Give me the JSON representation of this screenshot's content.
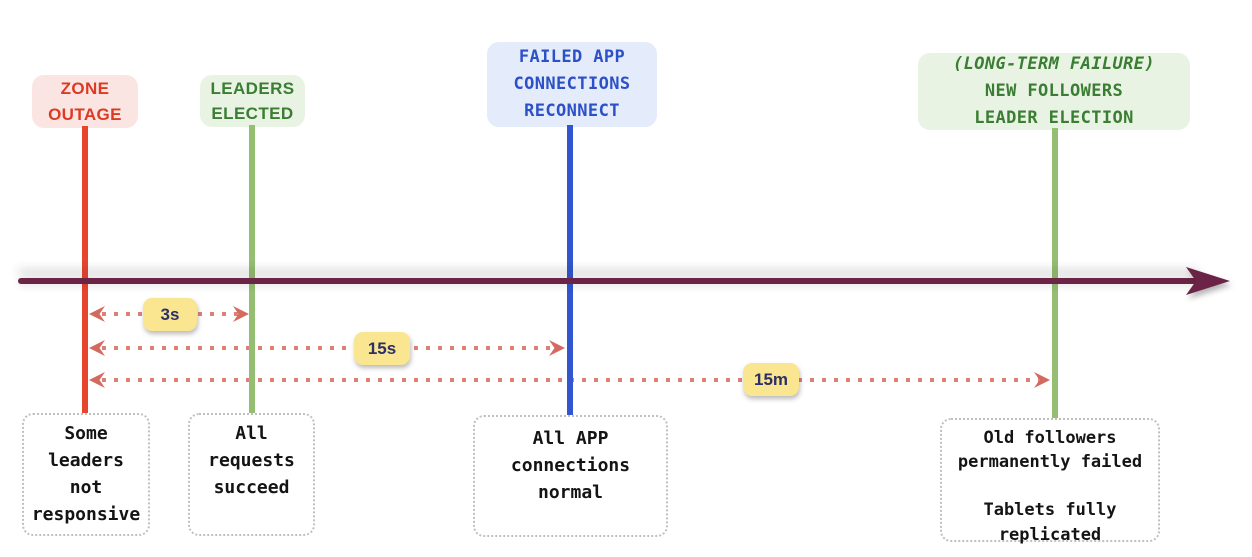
{
  "colors": {
    "timeline": "#6B2346",
    "outage_red_line": "#E8452F",
    "elected_green_line": "#94BE72",
    "reconnect_blue_line": "#3156CF",
    "duration_arrow": "#DC7F75",
    "duration_arrowhead": "#D4695F",
    "badge_bg": "#FAE590",
    "badge_text": "#2D3064",
    "red_label_text": "#DC3A23",
    "red_label_bg": "#FBE5E2",
    "green_label_text": "#3A7D33",
    "green_label_bg": "#E9F3E4",
    "blue_label_text": "#2C50C6",
    "blue_label_bg": "#E4EBFA"
  },
  "top_labels": [
    {
      "text": "ZONE\nOUTAGE"
    },
    {
      "text": "LEADERS\nELECTED"
    },
    {
      "text": "FAILED APP\nCONNECTIONS\nRECONNECT"
    },
    {
      "line1": "(LONG-TERM FAILURE)",
      "rest": "NEW FOLLOWERS\nLEADER ELECTION"
    }
  ],
  "durations": [
    {
      "label": "3s"
    },
    {
      "label": "15s"
    },
    {
      "label": "15m"
    }
  ],
  "notes": [
    {
      "text": "Some\nleaders\nnot\nresponsive"
    },
    {
      "text": "All\nrequests\nsucceed"
    },
    {
      "text": "All APP\nconnections\nnormal"
    },
    {
      "text": "Old followers\npermanently failed\n\nTablets fully\nreplicated"
    }
  ]
}
